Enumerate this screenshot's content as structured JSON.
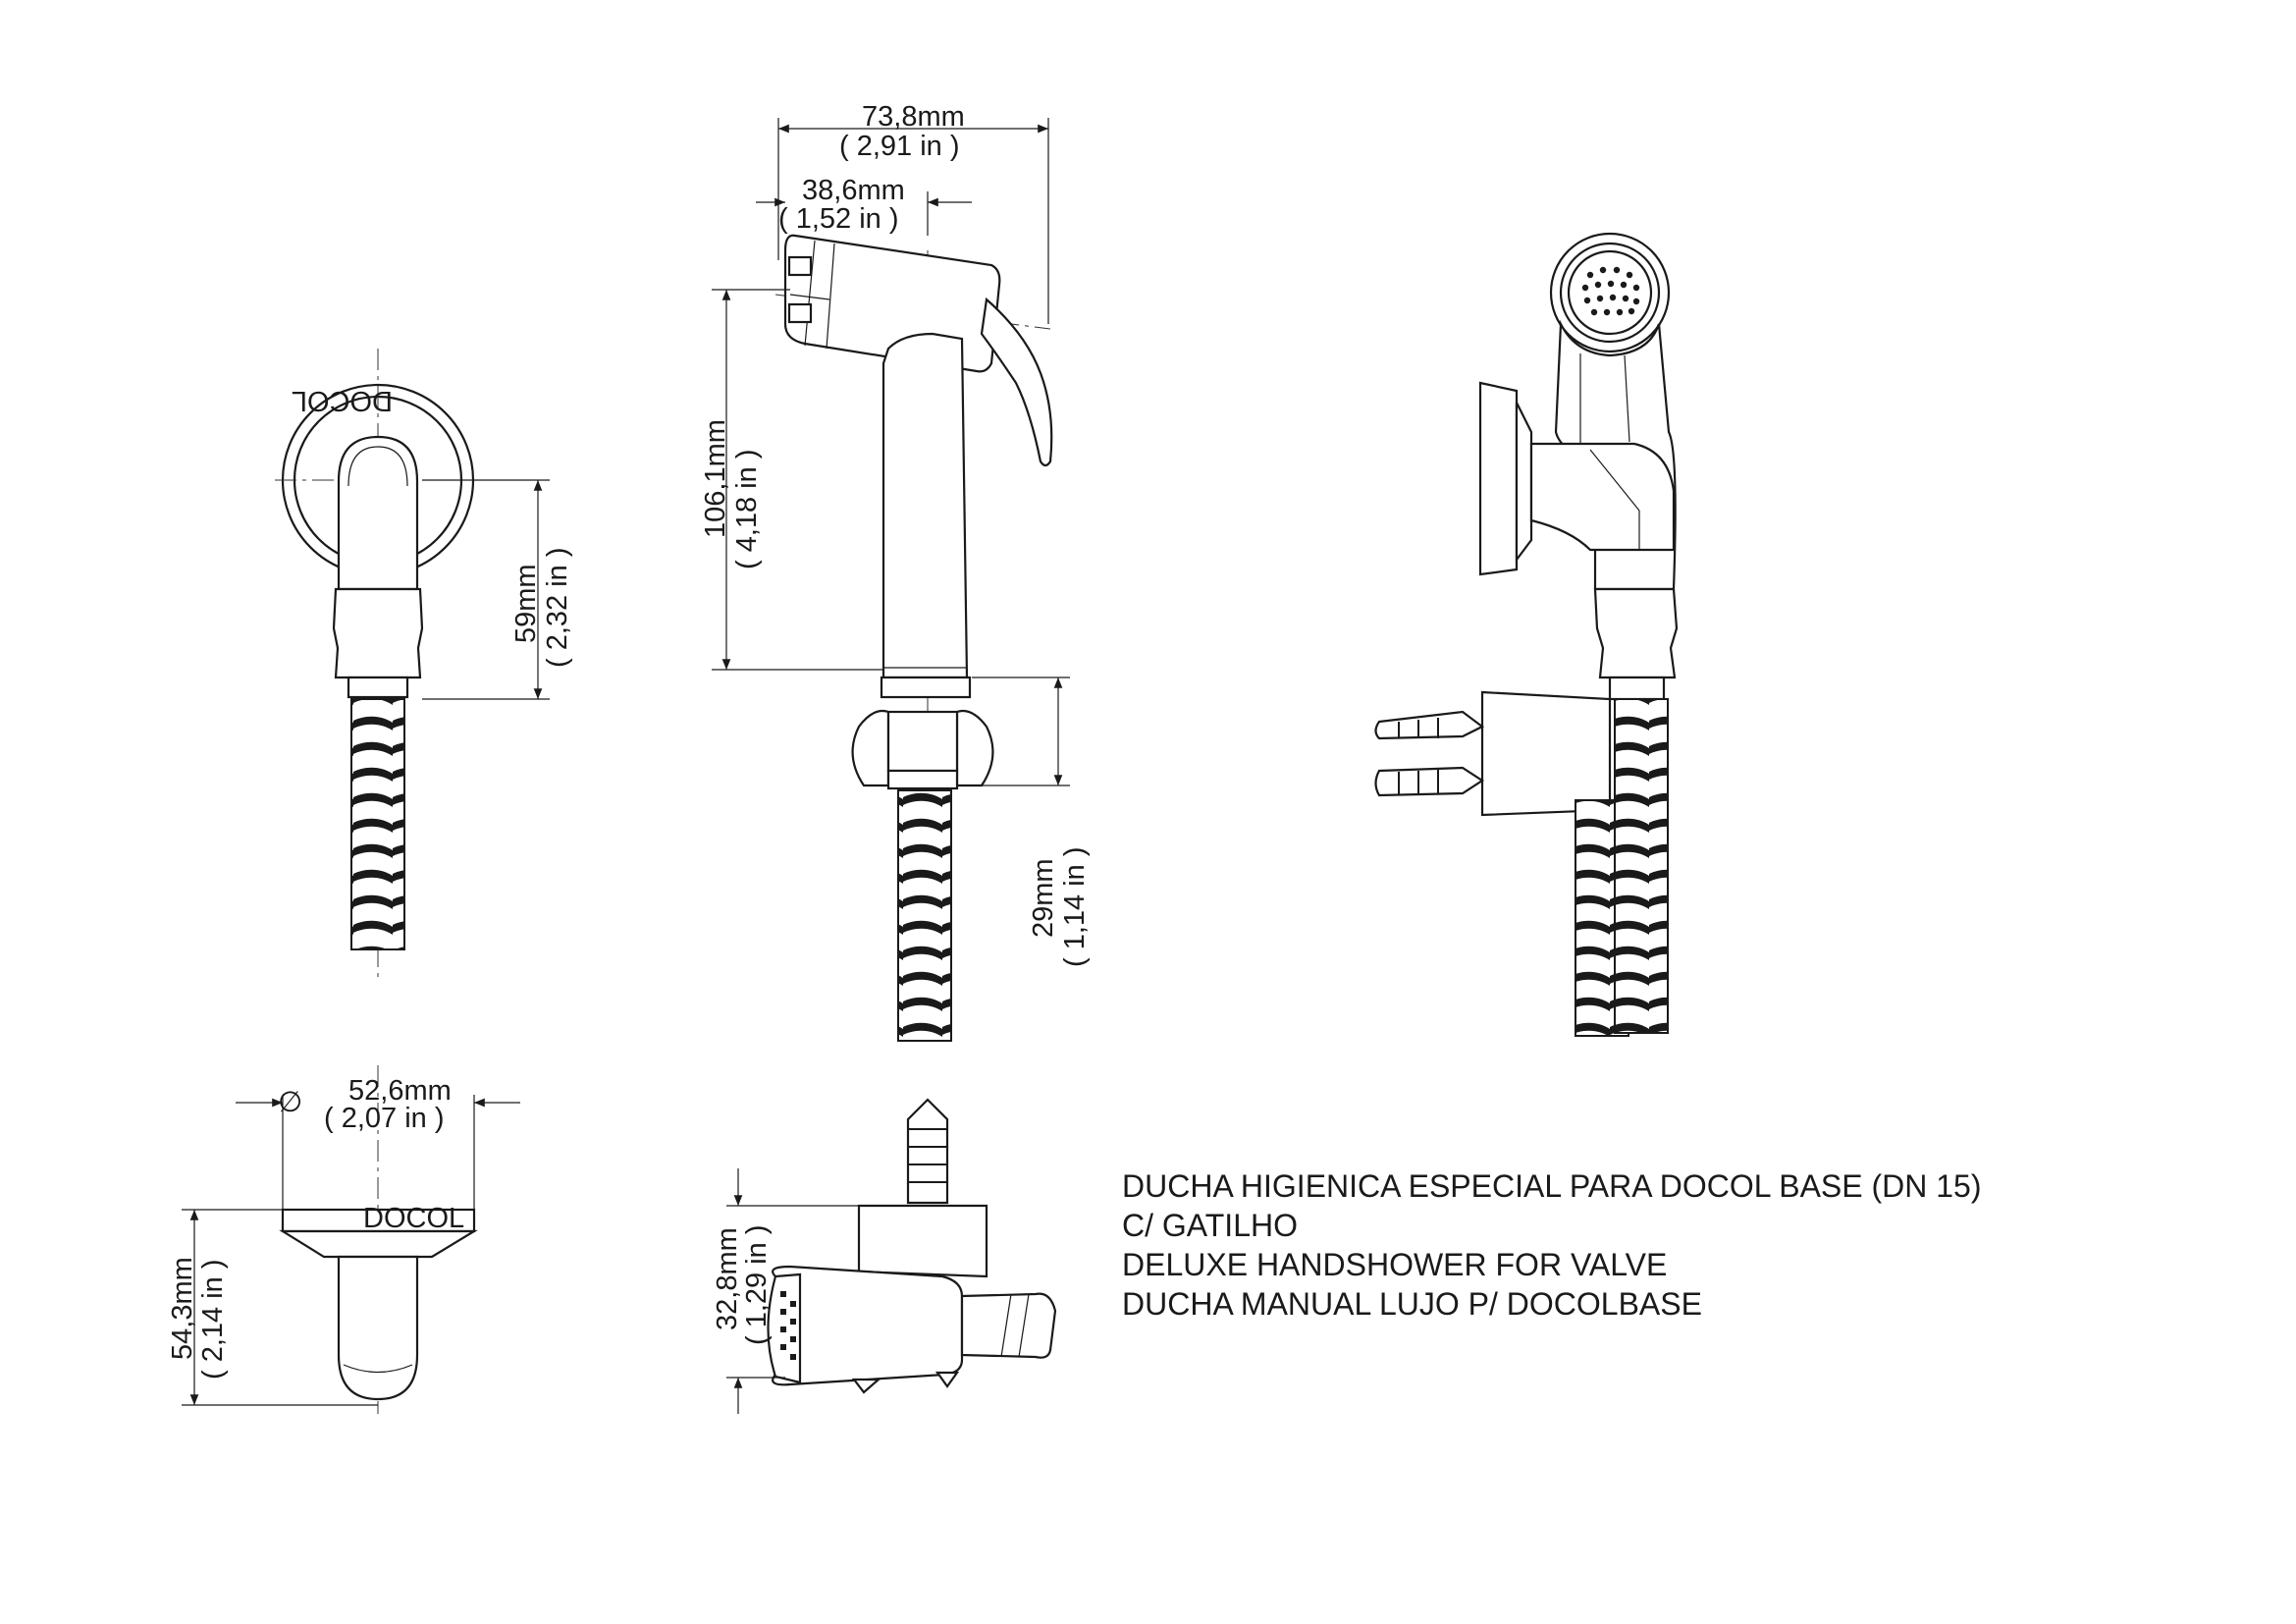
{
  "dimensions": {
    "overall_width": {
      "mm": "73,8mm",
      "in": "( 2,91 in )"
    },
    "head_width": {
      "mm": "38,6mm",
      "in": "( 1,52 in )"
    },
    "body_height": {
      "mm": "106,1mm",
      "in": "( 4,18 in )"
    },
    "support_height": {
      "mm": "29mm",
      "in": "( 1,14 in )"
    },
    "wall_height": {
      "mm": "59mm",
      "in": "( 2,32 in )"
    },
    "flange_diameter": {
      "symbol": "∅",
      "mm": "52,6mm",
      "in": "( 2,07 in )"
    },
    "side_depth": {
      "mm": "54,3mm",
      "in": "( 2,14 in )"
    },
    "top_depth": {
      "mm": "32,8mm",
      "in": "( 1,29 in )"
    }
  },
  "brand_mark": "DOCOL",
  "description": {
    "line1": "DUCHA HIGIENICA ESPECIAL PARA DOCOL BASE (DN 15)",
    "line2": "C/ GATILHO",
    "line3": "DELUXE HANDSHOWER FOR VALVE",
    "line4": "DUCHA MANUAL LUJO P/ DOCOLBASE"
  }
}
